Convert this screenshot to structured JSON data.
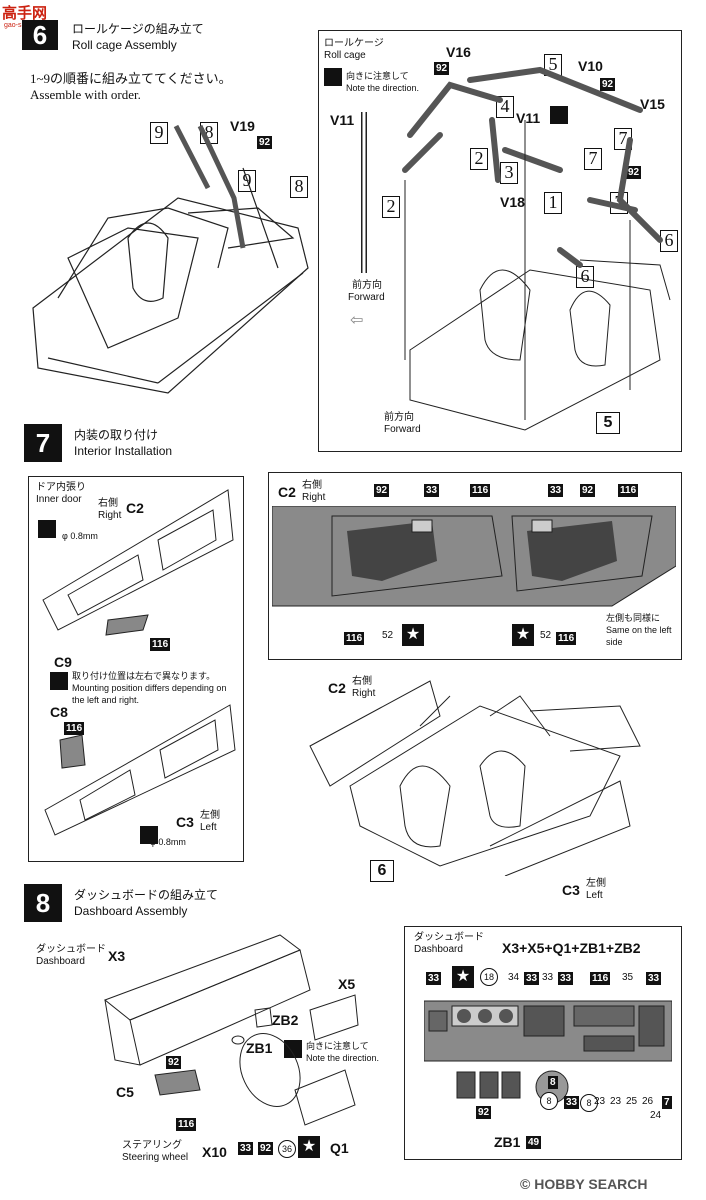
{
  "header_logo": "高手网",
  "header_logo_sub": "gao-shou.com",
  "step6": {
    "number": "6",
    "title_jp": "ロールケージの組み立て",
    "title_en": "Roll cage Assembly",
    "note_jp": "1~9の順番に組み立ててください。",
    "note_en": "Assemble with order.",
    "left_labels": {
      "p9a": "9",
      "p8a": "8",
      "v19": "V19",
      "b92": "92",
      "p9b": "9",
      "p8b": "8"
    },
    "inset_title_jp": "ロールケージ",
    "inset_title_en": "Roll cage",
    "note_dir_jp": "向きに注意して",
    "note_dir_en": "Note the direction.",
    "v11_left": "V11",
    "forward_jp": "前方向",
    "forward_en": "Forward",
    "v16": "V16",
    "b92a": "92",
    "p4": "4",
    "p5": "5",
    "v10": "V10",
    "b92b": "92",
    "v11": "V11",
    "p2a": "2",
    "p3": "3",
    "p7a": "7",
    "v15": "V15",
    "p7b": "7",
    "b92c": "92",
    "v18": "V18",
    "p1": "1",
    "p7c": "7",
    "p2b": "2",
    "p6a": "6",
    "p6b": "6",
    "forward2_jp": "前方向",
    "forward2_en": "Forward",
    "ref5": "5"
  },
  "step7": {
    "number": "7",
    "title_jp": "内装の取り付け",
    "title_en": "Interior Installation",
    "door_jp": "ドア内張り",
    "door_en": "Inner door",
    "c2": "C2",
    "right_jp": "右側",
    "right_en": "Right",
    "phi": "φ 0.8mm",
    "b116a": "116",
    "c9": "C9",
    "mount_jp": "取り付け位置は左右で異なります。",
    "mount_en": "Mounting position differs depending on the left and right.",
    "c8": "C8",
    "b116b": "116",
    "c3": "C3",
    "left_jp": "左側",
    "left_en": "Left",
    "phi2": "φ 0.8mm",
    "panel_c2": "C2",
    "panel_right_jp": "右側",
    "panel_right_en": "Right",
    "pb92a": "92",
    "pb33a": "33",
    "pb116a": "116",
    "pb33b": "33",
    "pb92b": "92",
    "pb116b": "116",
    "pb116c": "116",
    "pc52a": "52",
    "pc52b": "52",
    "pb116d": "116",
    "same_jp": "左側も同様に",
    "same_en": "Same on the left side",
    "car_c2": "C2",
    "car_right_jp": "右側",
    "car_right_en": "Right",
    "ref6": "6",
    "car_c3": "C3",
    "car_left_jp": "左側",
    "car_left_en": "Left"
  },
  "step8": {
    "number": "8",
    "title_jp": "ダッシュボードの組み立て",
    "title_en": "Dashboard Assembly",
    "dash_jp": "ダッシュボード",
    "dash_en": "Dashboard",
    "x3": "X3",
    "x5": "X5",
    "zb2": "ZB2",
    "zb1": "ZB1",
    "dir_jp": "向きに注意して",
    "dir_en": "Note the direction.",
    "c5": "C5",
    "b92": "92",
    "b116": "116",
    "steer_jp": "ステアリング",
    "steer_en": "Steering wheel",
    "x10": "X10",
    "b33": "33",
    "b92s": "92",
    "c36": "36",
    "q1": "Q1",
    "inset_dash_jp": "ダッシュボード",
    "inset_dash_en": "Dashboard",
    "formula": "X3+X5+Q1+ZB1+ZB2",
    "top": {
      "b33a": "33",
      "c18": "18",
      "c34": "34",
      "b33b": "33",
      "c33": "33",
      "b33c": "33",
      "b116": "116",
      "c35": "35",
      "b33d": "33"
    },
    "bottom": {
      "b92": "92",
      "c8a": "8",
      "b8": "8",
      "b33": "33",
      "c8b": "8",
      "c23a": "23",
      "c23b": "23",
      "c25": "25",
      "c26": "26",
      "c24": "24",
      "b7": "7"
    },
    "zb1_label": "ZB1",
    "b49": "49"
  },
  "footer": "© HOBBY SEARCH",
  "colors": {
    "dark": "#111111",
    "panel_gray": "#8a8a8a",
    "inner_dark": "#444444"
  }
}
